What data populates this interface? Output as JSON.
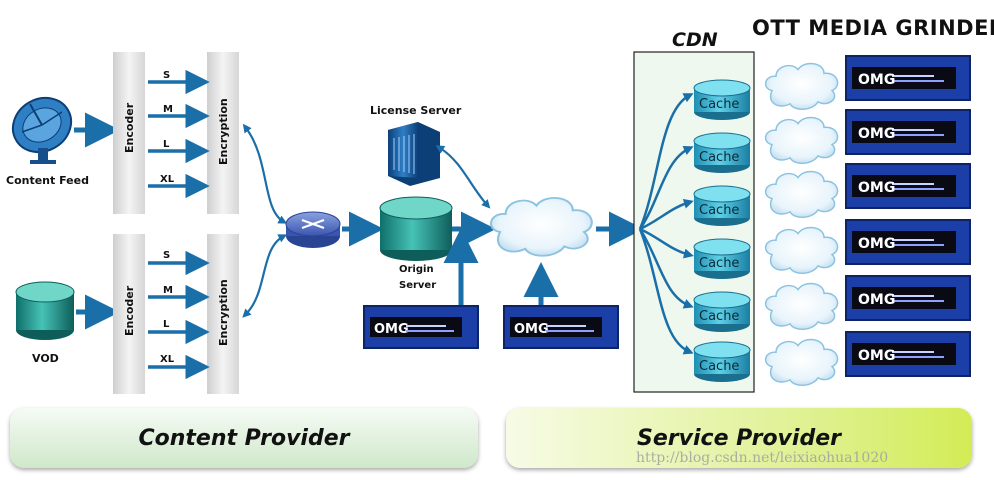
{
  "title_ott": "OTT MEDIA GRINDER",
  "title_cdn": "CDN",
  "labels": {
    "content_feed": "Content Feed",
    "vod": "VOD",
    "encoder": "Encoder",
    "encryption": "Encryption",
    "license_server": "License Server",
    "origin_server_line1": "Origin",
    "origin_server_line2": "Server",
    "cache": "Cache",
    "omg": "OMG"
  },
  "bitrates": [
    "S",
    "M",
    "L",
    "XL"
  ],
  "cache_count": 6,
  "bands": {
    "content_provider": "Content Provider",
    "service_provider": "Service Provider"
  },
  "watermark": "http://blog.csdn.net/leixiaohua1020",
  "colors": {
    "arrow": "#1a6fa8",
    "teal": "#2aa19a",
    "omg_blue": "#1b3fa6"
  }
}
